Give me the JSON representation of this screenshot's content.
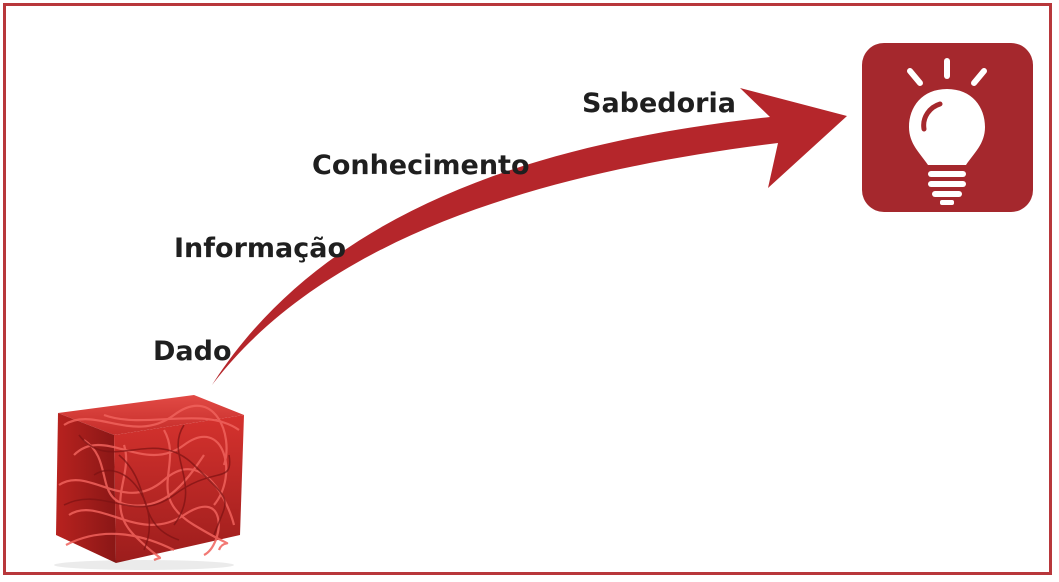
{
  "diagram": {
    "stages": [
      "Dado",
      "Informação",
      "Conhecimento",
      "Sabedoria"
    ],
    "colors": {
      "accent": "#a5282d",
      "frame": "#b8373b",
      "text": "#1f1f1f"
    },
    "start_image": "tangled-yarn-cube",
    "end_icon": "lightbulb-icon"
  }
}
